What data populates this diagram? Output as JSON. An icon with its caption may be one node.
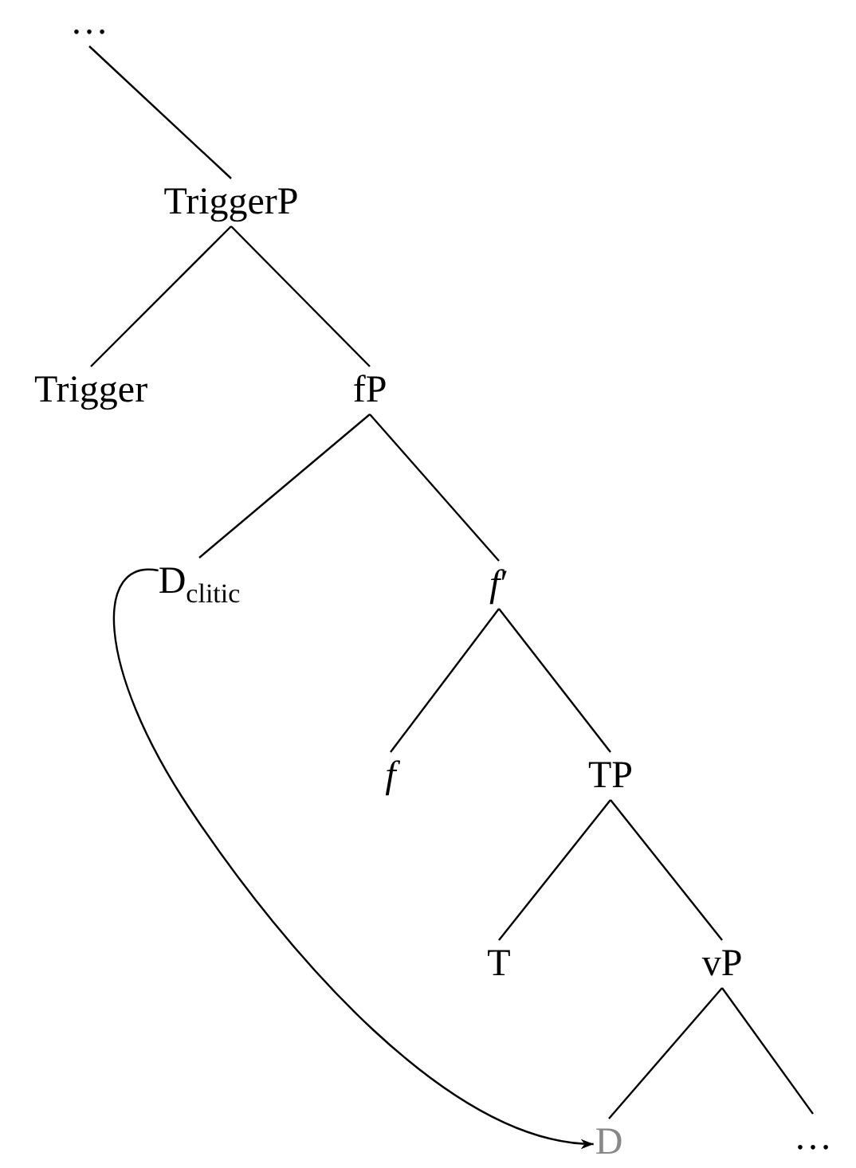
{
  "diagram": {
    "nodes": [
      {
        "text": [
          "…"
        ]
      },
      {
        "text": [
          "TriggerP"
        ]
      },
      {
        "text": [
          "Trigger"
        ]
      },
      {
        "text": [
          "fP"
        ]
      },
      {
        "text": [
          "D$_{clitic}$"
        ]
      },
      {
        "text": [
          "*f*′"
        ]
      },
      {
        "text": [
          "*f*"
        ]
      },
      {
        "text": [
          "TP"
        ]
      },
      {
        "text": [
          "T"
        ]
      },
      {
        "text": [
          "vP"
        ]
      },
      {
        "text": [
          "D"
        ]
      },
      {
        "text": [
          "…"
        ]
      }
    ],
    "edges": [
      {
        "from": 0,
        "to": 1,
        "arrow": "none"
      },
      {
        "from": 1,
        "to": 2,
        "arrow": "none"
      },
      {
        "from": 1,
        "to": 3,
        "arrow": "none"
      },
      {
        "from": 3,
        "to": 4,
        "arrow": "none"
      },
      {
        "from": 3,
        "to": 5,
        "arrow": "none"
      },
      {
        "from": 5,
        "to": 6,
        "arrow": "none"
      },
      {
        "from": 5,
        "to": 7,
        "arrow": "none"
      },
      {
        "from": 7,
        "to": 8,
        "arrow": "none"
      },
      {
        "from": 7,
        "to": 9,
        "arrow": "none"
      },
      {
        "from": 9,
        "to": 10,
        "arrow": "none"
      },
      {
        "from": 9,
        "to": 11,
        "arrow": "none"
      },
      {
        "from": 4,
        "to": 10,
        "arrow": "to"
      }
    ]
  }
}
